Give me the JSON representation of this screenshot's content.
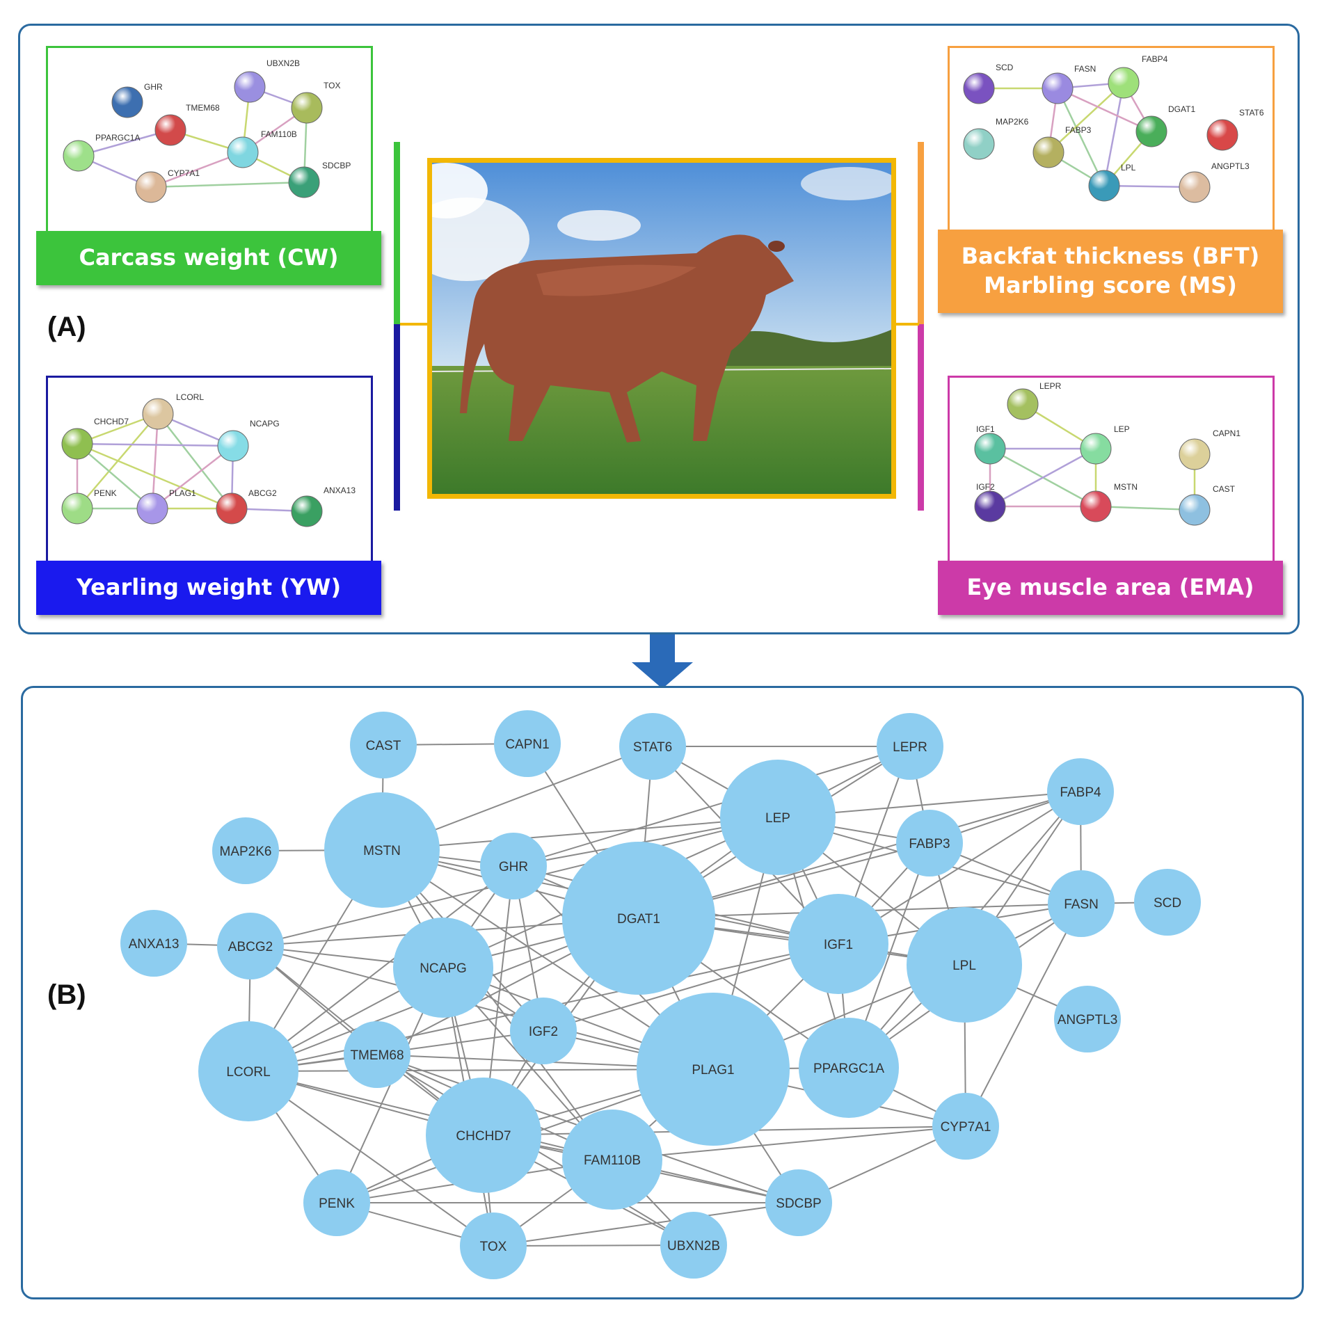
{
  "panel_a": {
    "label": "(A)",
    "traits": {
      "cw": {
        "banner": [
          "Carcass weight (CW)"
        ],
        "color": "#3cc43c"
      },
      "yw": {
        "banner": [
          "Yearling weight (YW)"
        ],
        "color": "#1a1aee"
      },
      "bft": {
        "banner": [
          "Backfat thickness (BFT)",
          "Marbling score (MS)"
        ],
        "color": "#f7a040"
      },
      "ema": {
        "banner": [
          "Eye muscle area (EMA)"
        ],
        "color": "#cc3aa8"
      }
    },
    "networks": {
      "cw": {
        "nodes": [
          {
            "id": "GHR",
            "color": "#3d6fb0"
          },
          {
            "id": "UBXN2B",
            "color": "#9a8fe0"
          },
          {
            "id": "TOX",
            "color": "#a8bb5c"
          },
          {
            "id": "TMEM68",
            "color": "#d24a4a"
          },
          {
            "id": "FAM110B",
            "color": "#7fd6e0"
          },
          {
            "id": "PPARGC1A",
            "color": "#9ee08a"
          },
          {
            "id": "CYP7A1",
            "color": "#dcb898"
          },
          {
            "id": "SDCBP",
            "color": "#3aa078"
          }
        ],
        "edges": [
          [
            "UBXN2B",
            "FAM110B"
          ],
          [
            "UBXN2B",
            "TOX"
          ],
          [
            "TOX",
            "FAM110B"
          ],
          [
            "TOX",
            "SDCBP"
          ],
          [
            "TMEM68",
            "FAM110B"
          ],
          [
            "PPARGC1A",
            "CYP7A1"
          ],
          [
            "CYP7A1",
            "FAM110B"
          ],
          [
            "CYP7A1",
            "SDCBP"
          ],
          [
            "FAM110B",
            "SDCBP"
          ],
          [
            "PPARGC1A",
            "TMEM68"
          ]
        ]
      },
      "yw": {
        "nodes": [
          {
            "id": "LCORL",
            "color": "#dcc6a0"
          },
          {
            "id": "CHCHD7",
            "color": "#8fbf50"
          },
          {
            "id": "NCAPG",
            "color": "#86dce6"
          },
          {
            "id": "PENK",
            "color": "#9edc86"
          },
          {
            "id": "PLAG1",
            "color": "#a796e8"
          },
          {
            "id": "ABCG2",
            "color": "#d44a4a"
          },
          {
            "id": "ANXA13",
            "color": "#3aa062"
          }
        ],
        "edges": [
          [
            "LCORL",
            "CHCHD7"
          ],
          [
            "LCORL",
            "NCAPG"
          ],
          [
            "LCORL",
            "PLAG1"
          ],
          [
            "LCORL",
            "ABCG2"
          ],
          [
            "LCORL",
            "PENK"
          ],
          [
            "CHCHD7",
            "NCAPG"
          ],
          [
            "CHCHD7",
            "PENK"
          ],
          [
            "CHCHD7",
            "PLAG1"
          ],
          [
            "CHCHD7",
            "ABCG2"
          ],
          [
            "NCAPG",
            "ABCG2"
          ],
          [
            "NCAPG",
            "PLAG1"
          ],
          [
            "PENK",
            "PLAG1"
          ],
          [
            "PLAG1",
            "ABCG2"
          ],
          [
            "ABCG2",
            "ANXA13"
          ]
        ]
      },
      "bft": {
        "nodes": [
          {
            "id": "SCD",
            "color": "#7a52c0"
          },
          {
            "id": "FASN",
            "color": "#9a8ae0"
          },
          {
            "id": "FABP4",
            "color": "#9ee07a"
          },
          {
            "id": "MAP2K6",
            "color": "#90d0c6"
          },
          {
            "id": "DGAT1",
            "color": "#4aae5a"
          },
          {
            "id": "STAT6",
            "color": "#d84848"
          },
          {
            "id": "FABP3",
            "color": "#b4b060"
          },
          {
            "id": "LPL",
            "color": "#3a9ab8"
          },
          {
            "id": "ANGPTL3",
            "color": "#dcbca0"
          }
        ],
        "edges": [
          [
            "SCD",
            "FASN"
          ],
          [
            "FASN",
            "FABP4"
          ],
          [
            "FASN",
            "FABP3"
          ],
          [
            "FASN",
            "LPL"
          ],
          [
            "FABP4",
            "FABP3"
          ],
          [
            "FABP4",
            "LPL"
          ],
          [
            "FABP4",
            "DGAT1"
          ],
          [
            "FABP3",
            "LPL"
          ],
          [
            "DGAT1",
            "LPL"
          ],
          [
            "LPL",
            "ANGPTL3"
          ],
          [
            "FASN",
            "DGAT1"
          ]
        ]
      },
      "ema": {
        "nodes": [
          {
            "id": "LEPR",
            "color": "#a4c060"
          },
          {
            "id": "IGF1",
            "color": "#5ac0a0"
          },
          {
            "id": "LEP",
            "color": "#86dca0"
          },
          {
            "id": "CAPN1",
            "color": "#dcd09a"
          },
          {
            "id": "IGF2",
            "color": "#5a3aa0"
          },
          {
            "id": "MSTN",
            "color": "#d84a5a"
          },
          {
            "id": "CAST",
            "color": "#8ec0e0"
          }
        ],
        "edges": [
          [
            "LEPR",
            "LEP"
          ],
          [
            "IGF1",
            "LEP"
          ],
          [
            "IGF1",
            "IGF2"
          ],
          [
            "IGF1",
            "MSTN"
          ],
          [
            "LEP",
            "MSTN"
          ],
          [
            "LEP",
            "IGF2"
          ],
          [
            "IGF2",
            "MSTN"
          ],
          [
            "MSTN",
            "CAST"
          ],
          [
            "CAPN1",
            "CAST"
          ]
        ]
      }
    }
  },
  "panel_b": {
    "label": "(B)",
    "node_color": "#8dcdf0",
    "edge_color": "#8a8a8a",
    "nodes": [
      {
        "id": "CAST",
        "size": 1
      },
      {
        "id": "CAPN1",
        "size": 1
      },
      {
        "id": "STAT6",
        "size": 1
      },
      {
        "id": "LEPR",
        "size": 1
      },
      {
        "id": "FABP4",
        "size": 1
      },
      {
        "id": "MAP2K6",
        "size": 1
      },
      {
        "id": "MSTN",
        "size": 3
      },
      {
        "id": "GHR",
        "size": 1
      },
      {
        "id": "LEP",
        "size": 3
      },
      {
        "id": "FABP3",
        "size": 1
      },
      {
        "id": "FASN",
        "size": 1
      },
      {
        "id": "SCD",
        "size": 1
      },
      {
        "id": "ANXA13",
        "size": 1
      },
      {
        "id": "ABCG2",
        "size": 1
      },
      {
        "id": "NCAPG",
        "size": 2
      },
      {
        "id": "DGAT1",
        "size": 4
      },
      {
        "id": "IGF1",
        "size": 2
      },
      {
        "id": "LPL",
        "size": 3
      },
      {
        "id": "ANGPTL3",
        "size": 1
      },
      {
        "id": "IGF2",
        "size": 1
      },
      {
        "id": "TMEM68",
        "size": 1
      },
      {
        "id": "LCORL",
        "size": 2
      },
      {
        "id": "PLAG1",
        "size": 4
      },
      {
        "id": "PPARGC1A",
        "size": 2
      },
      {
        "id": "CHCHD7",
        "size": 3
      },
      {
        "id": "CYP7A1",
        "size": 1
      },
      {
        "id": "FAM110B",
        "size": 2
      },
      {
        "id": "PENK",
        "size": 1
      },
      {
        "id": "SDCBP",
        "size": 1
      },
      {
        "id": "TOX",
        "size": 1
      },
      {
        "id": "UBXN2B",
        "size": 1
      }
    ],
    "edges": [
      [
        "CAST",
        "CAPN1"
      ],
      [
        "CAST",
        "MSTN"
      ],
      [
        "CAPN1",
        "DGAT1"
      ],
      [
        "STAT6",
        "LEPR"
      ],
      [
        "STAT6",
        "LEP"
      ],
      [
        "STAT6",
        "MSTN"
      ],
      [
        "STAT6",
        "DGAT1"
      ],
      [
        "STAT6",
        "IGF1"
      ],
      [
        "LEPR",
        "LEP"
      ],
      [
        "LEPR",
        "FABP3"
      ],
      [
        "LEPR",
        "DGAT1"
      ],
      [
        "LEPR",
        "IGF1"
      ],
      [
        "LEPR",
        "GHR"
      ],
      [
        "FABP4",
        "FABP3"
      ],
      [
        "FABP4",
        "FASN"
      ],
      [
        "FABP4",
        "LPL"
      ],
      [
        "FABP4",
        "DGAT1"
      ],
      [
        "FABP4",
        "LEP"
      ],
      [
        "FABP4",
        "PPARGC1A"
      ],
      [
        "FABP4",
        "IGF1"
      ],
      [
        "MAP2K6",
        "MSTN"
      ],
      [
        "MSTN",
        "GHR"
      ],
      [
        "MSTN",
        "LEP"
      ],
      [
        "MSTN",
        "DGAT1"
      ],
      [
        "MSTN",
        "IGF1"
      ],
      [
        "MSTN",
        "NCAPG"
      ],
      [
        "MSTN",
        "IGF2"
      ],
      [
        "MSTN",
        "LCORL"
      ],
      [
        "MSTN",
        "PLAG1"
      ],
      [
        "MSTN",
        "FAM110B"
      ],
      [
        "GHR",
        "LEP"
      ],
      [
        "GHR",
        "DGAT1"
      ],
      [
        "GHR",
        "IGF1"
      ],
      [
        "GHR",
        "IGF2"
      ],
      [
        "GHR",
        "NCAPG"
      ],
      [
        "GHR",
        "PLAG1"
      ],
      [
        "GHR",
        "LCORL"
      ],
      [
        "GHR",
        "CHCHD7"
      ],
      [
        "LEP",
        "FABP3"
      ],
      [
        "LEP",
        "FASN"
      ],
      [
        "LEP",
        "LPL"
      ],
      [
        "LEP",
        "DGAT1"
      ],
      [
        "LEP",
        "IGF1"
      ],
      [
        "LEP",
        "PPARGC1A"
      ],
      [
        "LEP",
        "NCAPG"
      ],
      [
        "LEP",
        "PLAG1"
      ],
      [
        "LEP",
        "ABCG2"
      ],
      [
        "FABP3",
        "FASN"
      ],
      [
        "FABP3",
        "LPL"
      ],
      [
        "FABP3",
        "DGAT1"
      ],
      [
        "FABP3",
        "PPARGC1A"
      ],
      [
        "FABP3",
        "IGF1"
      ],
      [
        "FASN",
        "SCD"
      ],
      [
        "FASN",
        "LPL"
      ],
      [
        "FASN",
        "DGAT1"
      ],
      [
        "FASN",
        "PPARGC1A"
      ],
      [
        "FASN",
        "CYP7A1"
      ],
      [
        "FASN",
        "IGF1"
      ],
      [
        "ANXA13",
        "ABCG2"
      ],
      [
        "ABCG2",
        "NCAPG"
      ],
      [
        "ABCG2",
        "LCORL"
      ],
      [
        "ABCG2",
        "DGAT1"
      ],
      [
        "ABCG2",
        "TMEM68"
      ],
      [
        "ABCG2",
        "PLAG1"
      ],
      [
        "ABCG2",
        "CHCHD7"
      ],
      [
        "NCAPG",
        "DGAT1"
      ],
      [
        "NCAPG",
        "LCORL"
      ],
      [
        "NCAPG",
        "PLAG1"
      ],
      [
        "NCAPG",
        "CHCHD7"
      ],
      [
        "NCAPG",
        "IGF2"
      ],
      [
        "NCAPG",
        "FAM110B"
      ],
      [
        "NCAPG",
        "TOX"
      ],
      [
        "NCAPG",
        "PENK"
      ],
      [
        "DGAT1",
        "IGF1"
      ],
      [
        "DGAT1",
        "LPL"
      ],
      [
        "DGAT1",
        "PLAG1"
      ],
      [
        "DGAT1",
        "PPARGC1A"
      ],
      [
        "DGAT1",
        "IGF2"
      ],
      [
        "DGAT1",
        "LCORL"
      ],
      [
        "DGAT1",
        "CHCHD7"
      ],
      [
        "DGAT1",
        "TMEM68"
      ],
      [
        "IGF1",
        "LPL"
      ],
      [
        "IGF1",
        "PPARGC1A"
      ],
      [
        "IGF1",
        "PLAG1"
      ],
      [
        "IGF1",
        "IGF2"
      ],
      [
        "IGF1",
        "LCORL"
      ],
      [
        "LPL",
        "PPARGC1A"
      ],
      [
        "LPL",
        "ANGPTL3"
      ],
      [
        "LPL",
        "CYP7A1"
      ],
      [
        "LPL",
        "PLAG1"
      ],
      [
        "IGF2",
        "PLAG1"
      ],
      [
        "IGF2",
        "CHCHD7"
      ],
      [
        "IGF2",
        "LCORL"
      ],
      [
        "TMEM68",
        "LCORL"
      ],
      [
        "TMEM68",
        "PLAG1"
      ],
      [
        "TMEM68",
        "CHCHD7"
      ],
      [
        "TMEM68",
        "FAM110B"
      ],
      [
        "TMEM68",
        "UBXN2B"
      ],
      [
        "TMEM68",
        "SDCBP"
      ],
      [
        "LCORL",
        "PLAG1"
      ],
      [
        "LCORL",
        "CHCHD7"
      ],
      [
        "LCORL",
        "PENK"
      ],
      [
        "LCORL",
        "FAM110B"
      ],
      [
        "LCORL",
        "TOX"
      ],
      [
        "PLAG1",
        "PPARGC1A"
      ],
      [
        "PLAG1",
        "CHCHD7"
      ],
      [
        "PLAG1",
        "FAM110B"
      ],
      [
        "PLAG1",
        "CYP7A1"
      ],
      [
        "PLAG1",
        "SDCBP"
      ],
      [
        "PLAG1",
        "PENK"
      ],
      [
        "PPARGC1A",
        "CYP7A1"
      ],
      [
        "CHCHD7",
        "FAM110B"
      ],
      [
        "CHCHD7",
        "PENK"
      ],
      [
        "CHCHD7",
        "TOX"
      ],
      [
        "CHCHD7",
        "SDCBP"
      ],
      [
        "CHCHD7",
        "UBXN2B"
      ],
      [
        "CHCHD7",
        "CYP7A1"
      ],
      [
        "FAM110B",
        "SDCBP"
      ],
      [
        "FAM110B",
        "TOX"
      ],
      [
        "FAM110B",
        "UBXN2B"
      ],
      [
        "FAM110B",
        "PENK"
      ],
      [
        "FAM110B",
        "CYP7A1"
      ],
      [
        "PENK",
        "SDCBP"
      ],
      [
        "PENK",
        "TOX"
      ],
      [
        "SDCBP",
        "TOX"
      ],
      [
        "SDCBP",
        "CYP7A1"
      ],
      [
        "TOX",
        "UBXN2B"
      ]
    ]
  }
}
